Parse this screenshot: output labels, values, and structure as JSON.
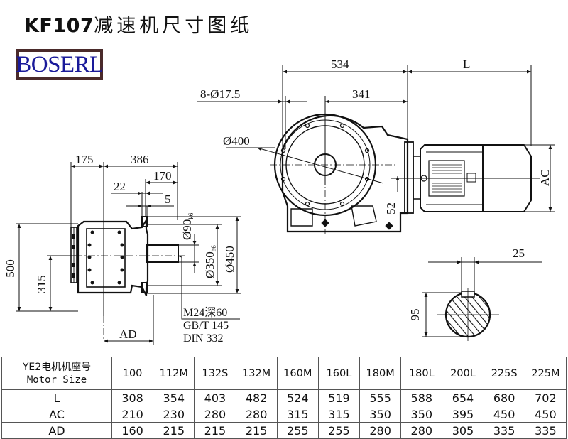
{
  "header": {
    "title_model": "KF107",
    "title_cn": "减速机尺寸图纸",
    "logo_text": "BOSERL",
    "logo_color": "#1a1a9a",
    "logo_border_color": "#4a2a2a"
  },
  "side_view": {
    "dims": {
      "d175": "175",
      "d386": "386",
      "d170": "170",
      "d22": "22",
      "d5": "5",
      "d500": "500",
      "d315": "315",
      "dia90": "Ø90",
      "dia90_tol": "k6",
      "dia350": "Ø350",
      "dia350_tol": "h6",
      "dia450": "Ø450",
      "ad": "AD"
    },
    "notes": [
      "M24深60",
      "GB/T 145",
      "DIN 332"
    ]
  },
  "front_view": {
    "dims": {
      "d534": "534",
      "L": "L",
      "holes": "8-Ø17.5",
      "d341": "341",
      "dia400": "Ø400",
      "d52": "52",
      "AC": "AC"
    }
  },
  "shaft_section": {
    "dims": {
      "key_width": "25",
      "height": "95"
    }
  },
  "table": {
    "header_cn": "YE2电机机座号",
    "header_en": "Motor Size",
    "sizes": [
      "100",
      "112M",
      "132S",
      "132M",
      "160M",
      "160L",
      "180M",
      "180L",
      "200L",
      "225S",
      "225M"
    ],
    "rows": [
      {
        "label": "L",
        "values": [
          "308",
          "354",
          "403",
          "482",
          "524",
          "519",
          "555",
          "588",
          "654",
          "680",
          "702"
        ]
      },
      {
        "label": "AC",
        "values": [
          "210",
          "230",
          "280",
          "280",
          "315",
          "315",
          "350",
          "350",
          "395",
          "450",
          "450"
        ]
      },
      {
        "label": "AD",
        "values": [
          "160",
          "215",
          "215",
          "215",
          "255",
          "255",
          "280",
          "280",
          "305",
          "335",
          "335"
        ]
      }
    ]
  }
}
